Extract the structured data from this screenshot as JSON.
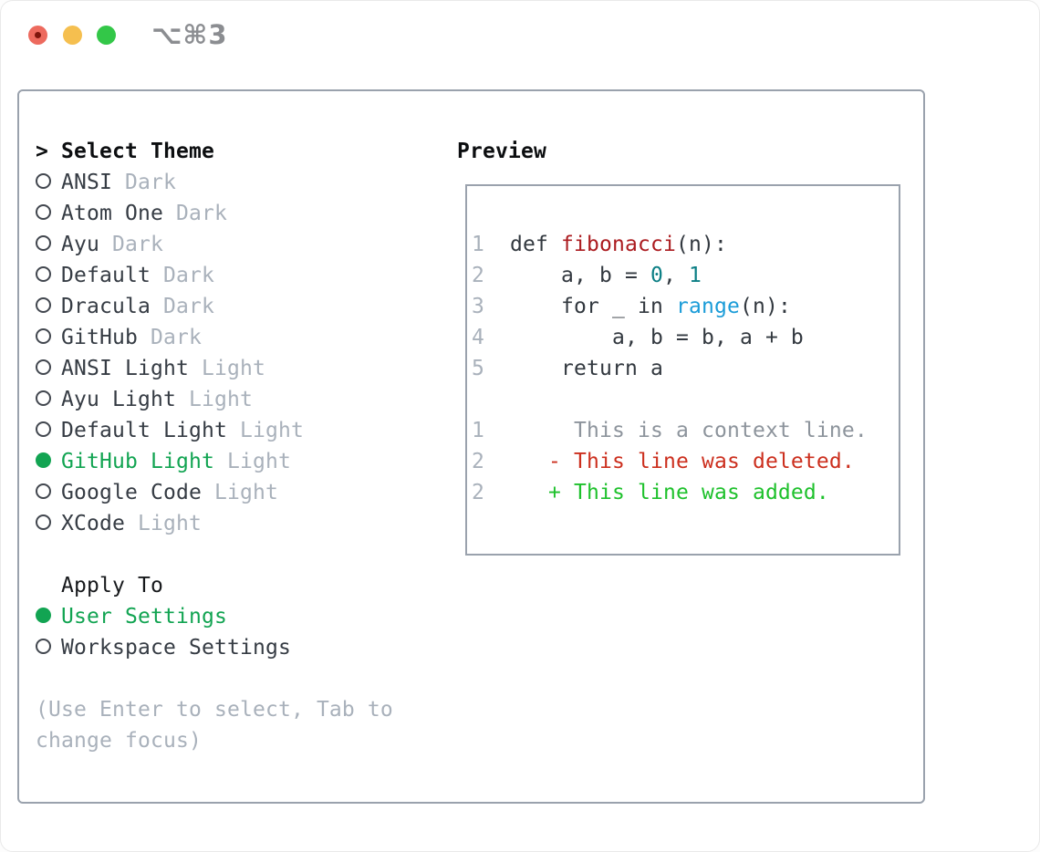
{
  "window": {
    "title": "⌥⌘3"
  },
  "colors": {
    "accent_green": "#12a452",
    "added_green": "#1ec12c",
    "deleted_red": "#cc2f1e",
    "function_red": "#ab1b1f",
    "number_teal": "#0c7f85",
    "builtin_blue": "#1b9cd8",
    "muted_gray": "#a9b1bb",
    "text_dark": "#363c44",
    "border_gray": "#9aa2ad",
    "traffic_red": "#ed6a5e",
    "traffic_yellow": "#f5bf4f",
    "traffic_green": "#33c748"
  },
  "theme_picker": {
    "header": "Select Theme",
    "header_marker": ">",
    "items": [
      {
        "name": "ANSI",
        "variant": "Dark",
        "selected": false
      },
      {
        "name": "Atom One",
        "variant": "Dark",
        "selected": false
      },
      {
        "name": "Ayu",
        "variant": "Dark",
        "selected": false
      },
      {
        "name": "Default",
        "variant": "Dark",
        "selected": false
      },
      {
        "name": "Dracula",
        "variant": "Dark",
        "selected": false
      },
      {
        "name": "GitHub",
        "variant": "Dark",
        "selected": false
      },
      {
        "name": "ANSI Light",
        "variant": "Light",
        "selected": false
      },
      {
        "name": "Ayu Light",
        "variant": "Light",
        "selected": false
      },
      {
        "name": "Default Light",
        "variant": "Light",
        "selected": false
      },
      {
        "name": "GitHub Light",
        "variant": "Light",
        "selected": true
      },
      {
        "name": "Google Code",
        "variant": "Light",
        "selected": false
      },
      {
        "name": "XCode",
        "variant": "Light",
        "selected": false
      }
    ]
  },
  "apply_to": {
    "header": "Apply To",
    "options": [
      {
        "label": "User Settings",
        "selected": true
      },
      {
        "label": "Workspace Settings",
        "selected": false
      }
    ]
  },
  "hint": {
    "lines": [
      "(Use Enter to select, Tab to",
      "change focus)"
    ]
  },
  "preview": {
    "header": "Preview",
    "lines": [
      {
        "segments": [
          {
            "t": "1",
            "c": "ln"
          },
          {
            "t": "  def ",
            "c": "fg"
          },
          {
            "t": "fibonacci",
            "c": "fn"
          },
          {
            "t": "(n):",
            "c": "fg"
          }
        ]
      },
      {
        "segments": [
          {
            "t": "2",
            "c": "ln"
          },
          {
            "t": "      a, b = ",
            "c": "fg"
          },
          {
            "t": "0",
            "c": "num"
          },
          {
            "t": ", ",
            "c": "fg"
          },
          {
            "t": "1",
            "c": "num"
          }
        ]
      },
      {
        "segments": [
          {
            "t": "3",
            "c": "ln"
          },
          {
            "t": "      for _ in ",
            "c": "fg"
          },
          {
            "t": "range",
            "c": "bi"
          },
          {
            "t": "(n):",
            "c": "fg"
          }
        ]
      },
      {
        "segments": [
          {
            "t": "4",
            "c": "ln"
          },
          {
            "t": "          a, b = b, a + b",
            "c": "fg"
          }
        ]
      },
      {
        "segments": [
          {
            "t": "5",
            "c": "ln"
          },
          {
            "t": "      return a",
            "c": "fg"
          }
        ]
      },
      {
        "segments": []
      },
      {
        "segments": [
          {
            "t": "1",
            "c": "ln"
          },
          {
            "t": "       This is a context line.",
            "c": "ctx"
          }
        ]
      },
      {
        "segments": [
          {
            "t": "2",
            "c": "ln"
          },
          {
            "t": "     - This line was deleted.",
            "c": "del"
          }
        ]
      },
      {
        "segments": [
          {
            "t": "2",
            "c": "ln"
          },
          {
            "t": "     + This line was added.",
            "c": "add"
          }
        ]
      }
    ]
  }
}
